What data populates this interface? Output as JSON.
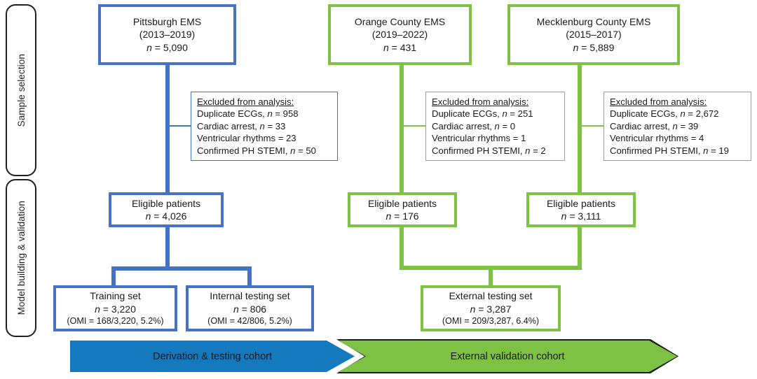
{
  "figure": {
    "type": "flowchart",
    "title": "Study cohort flow diagram"
  },
  "phases": [
    {
      "label": "Sample selection"
    },
    {
      "label": "Model building & validation"
    }
  ],
  "sources": [
    {
      "name": "pittsburgh-ems",
      "line1": "Pittsburgh EMS",
      "line2": "(2013–2019)",
      "n_prefix": "n",
      "n_value": "= 5,090",
      "color": "#4472c4"
    },
    {
      "name": "orange-county-ems",
      "line1": "Orange County EMS",
      "line2": "(2019–2022)",
      "n_prefix": "n",
      "n_value": "= 431",
      "color": "#7dc242"
    },
    {
      "name": "mecklenburg-county-ems",
      "line1": "Mecklenburg County EMS",
      "line2": "(2015–2017)",
      "n_prefix": "n",
      "n_value": "= 5,889",
      "color": "#7dc242"
    }
  ],
  "exclusions": [
    {
      "name": "exclusions-pittsburgh",
      "heading": "Excluded from analysis:",
      "items": [
        {
          "label": "Duplicate ECGs,",
          "n_prefix": "n",
          "n_value": "= 958"
        },
        {
          "label": "Cardiac arrest,",
          "n_prefix": "n",
          "n_value": "= 33"
        },
        {
          "label": "Ventricular rhythms = 23",
          "n_prefix": "",
          "n_value": ""
        },
        {
          "label": "Confirmed PH STEMI,",
          "n_prefix": "n",
          "n_value": "= 50"
        }
      ],
      "color": "#4472c4"
    },
    {
      "name": "exclusions-orange-county",
      "heading": "Excluded from analysis:",
      "items": [
        {
          "label": "Duplicate ECGs,",
          "n_prefix": "n",
          "n_value": "= 251"
        },
        {
          "label": "Cardiac arrest,",
          "n_prefix": "n",
          "n_value": "= 0"
        },
        {
          "label": "Ventricular rhythms = 1",
          "n_prefix": "",
          "n_value": ""
        },
        {
          "label": "Confirmed PH STEMI,",
          "n_prefix": "n",
          "n_value": "= 2"
        }
      ],
      "color": "#7dc242"
    },
    {
      "name": "exclusions-mecklenburg",
      "heading": "Excluded from analysis:",
      "items": [
        {
          "label": "Duplicate ECGs,",
          "n_prefix": "n",
          "n_value": "= 2,672"
        },
        {
          "label": "Cardiac arrest,",
          "n_prefix": "n",
          "n_value": "= 39"
        },
        {
          "label": "Ventricular rhythms = 4",
          "n_prefix": "",
          "n_value": ""
        },
        {
          "label": "Confirmed PH STEMI,",
          "n_prefix": "n",
          "n_value": "= 19"
        }
      ],
      "color": "#7dc242"
    }
  ],
  "eligible": [
    {
      "name": "eligible-pittsburgh",
      "line1": "Eligible patients",
      "n_prefix": "n",
      "n_value": "= 4,026",
      "color": "#4472c4"
    },
    {
      "name": "eligible-orange-county",
      "line1": "Eligible patients",
      "n_prefix": "n",
      "n_value": "= 176",
      "color": "#7dc242"
    },
    {
      "name": "eligible-mecklenburg",
      "line1": "Eligible patients",
      "n_prefix": "n",
      "n_value": "= 3,111",
      "color": "#7dc242"
    }
  ],
  "sets": [
    {
      "name": "training-set",
      "line1": "Training set",
      "n_prefix": "n",
      "n_value": "= 3,220",
      "detail": "(OMI = 168/3,220, 5.2%)",
      "color": "#4472c4"
    },
    {
      "name": "internal-testing-set",
      "line1": "Internal testing set",
      "n_prefix": "n",
      "n_value": "= 806",
      "detail": "(OMI = 42/806, 5.2%)",
      "color": "#4472c4"
    },
    {
      "name": "external-testing-set",
      "line1": "External testing set",
      "n_prefix": "n",
      "n_value": "= 3,287",
      "detail": "(OMI = 209/3,287, 6.4%)",
      "color": "#7dc242"
    }
  ],
  "banners": [
    {
      "name": "banner-derivation",
      "label": "Derivation & testing cohort",
      "color": "#1479bd"
    },
    {
      "name": "banner-external",
      "label": "External validation cohort",
      "color": "#7dc242"
    }
  ],
  "colors": {
    "blue": "#4472c4",
    "blue_banner": "#1479bd",
    "green": "#7dc242",
    "outline": "#231f20",
    "background": "#ffffff"
  }
}
